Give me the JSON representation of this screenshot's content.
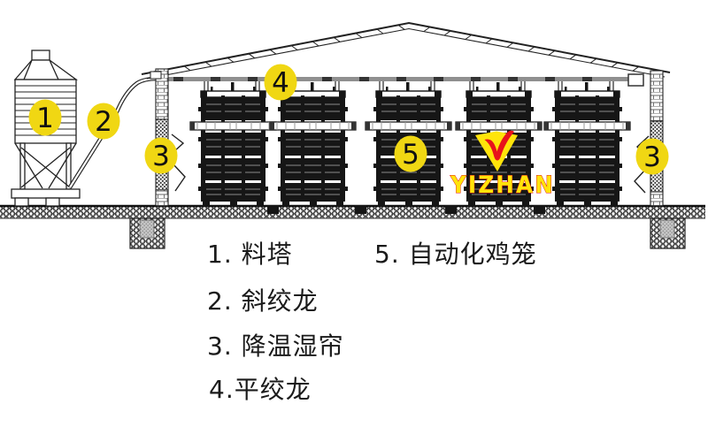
{
  "markers": [
    {
      "label": "1"
    },
    {
      "label": "2"
    },
    {
      "label": "3"
    },
    {
      "label": "4"
    },
    {
      "label": "5"
    },
    {
      "label": "3"
    }
  ],
  "legend": {
    "items": [
      {
        "text": "1. 料塔"
      },
      {
        "text": "2. 斜绞龙"
      },
      {
        "text": "3. 降温湿帘"
      },
      {
        "text": "4.平绞龙"
      },
      {
        "text": "5. 自动化鸡笼"
      }
    ]
  },
  "logo": {
    "text": "YIZHAN"
  },
  "colors": {
    "marker_fill": "#F0D713",
    "number_color": "#111111",
    "logo_yellow": "#FFE40A",
    "logo_red": "#E8131B",
    "drawing_line": "#1A1A1A",
    "pipe_gray": "#8F8F8F"
  }
}
